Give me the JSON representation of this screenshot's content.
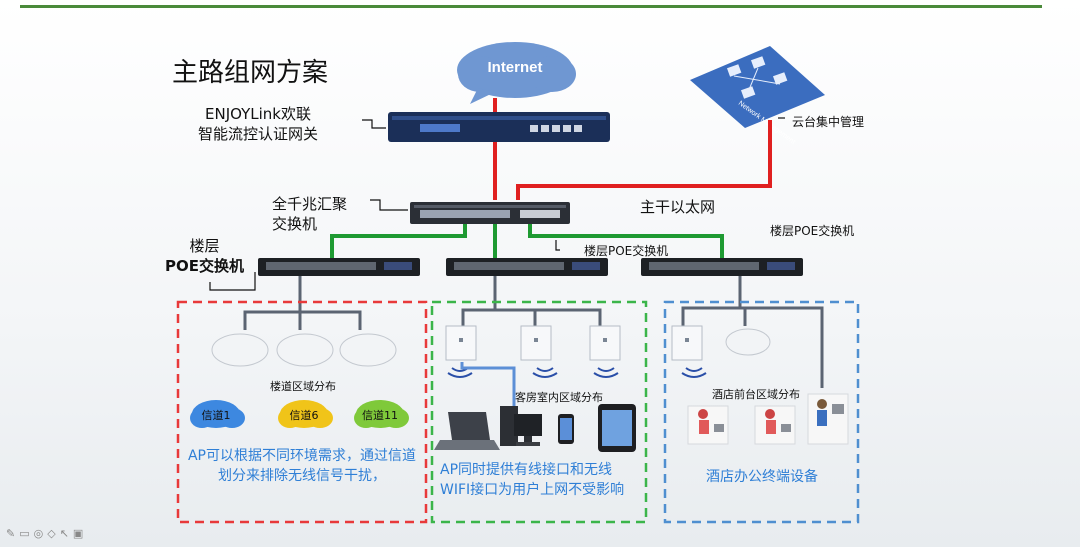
{
  "page_title": "主路组网方案",
  "internet": "Internet",
  "gateway_label": [
    "ENJOYLink欢联",
    "智能流控认证网关"
  ],
  "cloud_badge": "Network Management",
  "cloud_label": "云台集中管理",
  "core_switch_label": [
    "全千兆汇聚",
    "交换机"
  ],
  "backbone_label": "主干以太网",
  "poe_left_label": [
    "楼层",
    "POE交换机"
  ],
  "poe_mid_label": "楼层POE交换机",
  "poe_right_label": "楼层POE交换机",
  "zones": {
    "corridor": {
      "title": "楼道区域分布",
      "channels": [
        "信道1",
        "信道6",
        "信道11"
      ],
      "note": "AP可以根据不同环境需求，通过信道划分来排除无线信号干扰，"
    },
    "room": {
      "title": "客房室内区域分布",
      "note": "AP同时提供有线接口和无线WIFI接口为用户上网不受影响"
    },
    "office": {
      "title": "酒店前台区域分布",
      "note": "酒店办公终端设备"
    }
  },
  "colors": {
    "red_link": "#e02020",
    "green_link": "#1e9a32",
    "zone_red": "#e8393a",
    "zone_green": "#3bb54a",
    "zone_blue": "#4f8fd0",
    "note_blue": "#2f7fd6",
    "header_line": "#4a8a3a"
  }
}
